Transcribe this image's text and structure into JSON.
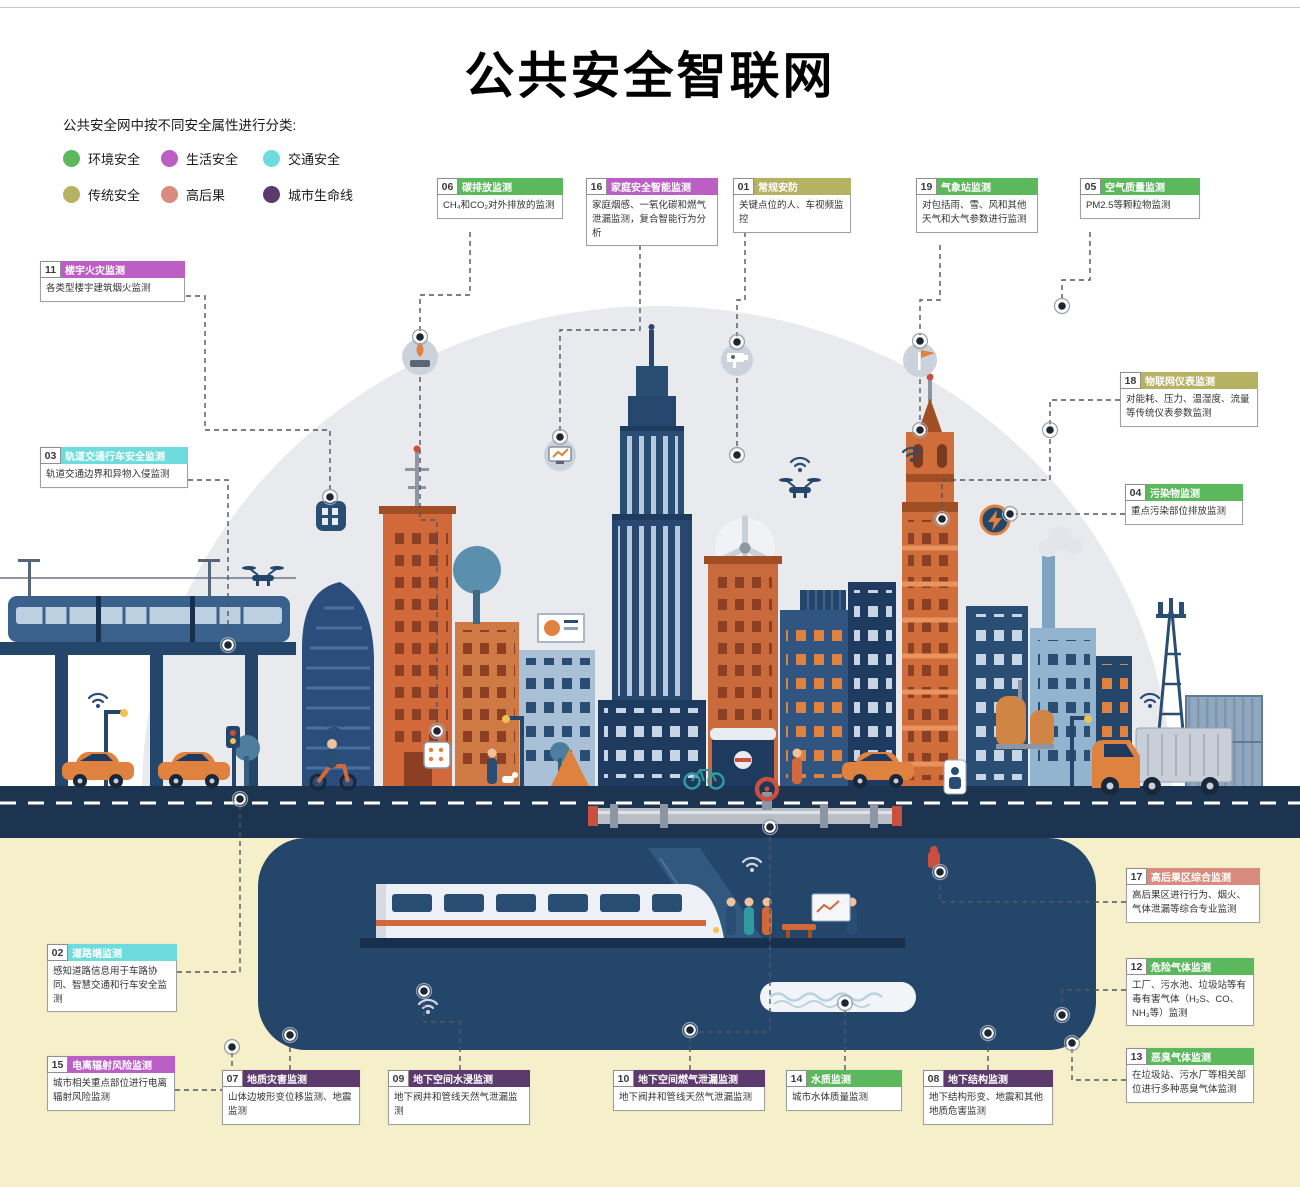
{
  "title": "公共安全智联网",
  "legend": {
    "intro": "公共安全网中按不同安全属性进行分类:",
    "items": [
      {
        "label": "环境安全",
        "category": "env"
      },
      {
        "label": "生活安全",
        "category": "life"
      },
      {
        "label": "交通安全",
        "category": "traffic"
      },
      {
        "label": "传统安全",
        "category": "trad"
      },
      {
        "label": "高后果",
        "category": "high"
      },
      {
        "label": "城市生命线",
        "category": "lifeline"
      }
    ]
  },
  "categories": {
    "env": {
      "name": "环境安全",
      "color": "#5cb85c"
    },
    "life": {
      "name": "生活安全",
      "color": "#bc5fc4"
    },
    "traffic": {
      "name": "交通安全",
      "color": "#6edcdc"
    },
    "trad": {
      "name": "传统安全",
      "color": "#b6b264"
    },
    "high": {
      "name": "高后果",
      "color": "#d98c7d"
    },
    "lifeline": {
      "name": "城市生命线",
      "color": "#5d3a6d"
    }
  },
  "callouts": [
    {
      "num": "01",
      "title": "常规安防",
      "body": "关键点位的人、车视频监控",
      "category": "trad"
    },
    {
      "num": "02",
      "title": "道路端监测",
      "body": "感知道路信息用于车路协同、智慧交通和行车安全监测",
      "category": "traffic"
    },
    {
      "num": "03",
      "title": "轨道交通行车安全监测",
      "body": "轨道交通边界和异物入侵监测",
      "category": "traffic"
    },
    {
      "num": "04",
      "title": "污染物监测",
      "body": "重点污染部位排放监测",
      "category": "env"
    },
    {
      "num": "05",
      "title": "空气质量监测",
      "body": "PM2.5等颗粒物监测",
      "category": "env"
    },
    {
      "num": "06",
      "title": "碳排放监测",
      "body": "CH₄和CO₂对外排放的监测",
      "category": "env"
    },
    {
      "num": "07",
      "title": "地质灾害监测",
      "body": "山体边坡形变位移监测、地震监测",
      "category": "lifeline"
    },
    {
      "num": "08",
      "title": "地下结构监测",
      "body": "地下结构形变、地震和其他地质危害监测",
      "category": "lifeline"
    },
    {
      "num": "09",
      "title": "地下空间水浸监测",
      "body": "地下阀井和管线天然气泄漏监测",
      "category": "lifeline"
    },
    {
      "num": "10",
      "title": "地下空间燃气泄漏监测",
      "body": "地下阀井和管线天然气泄漏监测",
      "category": "lifeline"
    },
    {
      "num": "11",
      "title": "楼宇火灾监测",
      "body": "各类型楼宇建筑烟火监测",
      "category": "life"
    },
    {
      "num": "12",
      "title": "危险气体监测",
      "body": "工厂、污水池、垃圾站等有毒有害气体（H₂S、CO、NH₃等）监测",
      "category": "env"
    },
    {
      "num": "13",
      "title": "恶臭气体监测",
      "body": "在垃圾站、污水厂等相关部位进行多种恶臭气体监测",
      "category": "env"
    },
    {
      "num": "14",
      "title": "水质监测",
      "body": "城市水体质量监测",
      "category": "env"
    },
    {
      "num": "15",
      "title": "电离辐射风险监测",
      "body": "城市相关重点部位进行电离辐射风险监测",
      "category": "life"
    },
    {
      "num": "16",
      "title": "家庭安全智能监测",
      "body": "家庭烟感、一氧化碳和燃气泄漏监测，复合智能行为分析",
      "category": "life"
    },
    {
      "num": "17",
      "title": "高后果区综合监测",
      "body": "高后果区进行行为、烟火、气体泄漏等综合专业监测",
      "category": "high"
    },
    {
      "num": "18",
      "title": "物联网仪表监测",
      "body": "对能耗、压力、温湿度、流量等传统仪表参数监测",
      "category": "trad"
    },
    {
      "num": "19",
      "title": "气象站监测",
      "body": "对包括雨、雪、风和其他天气和大气参数进行监测",
      "category": "env"
    }
  ]
}
